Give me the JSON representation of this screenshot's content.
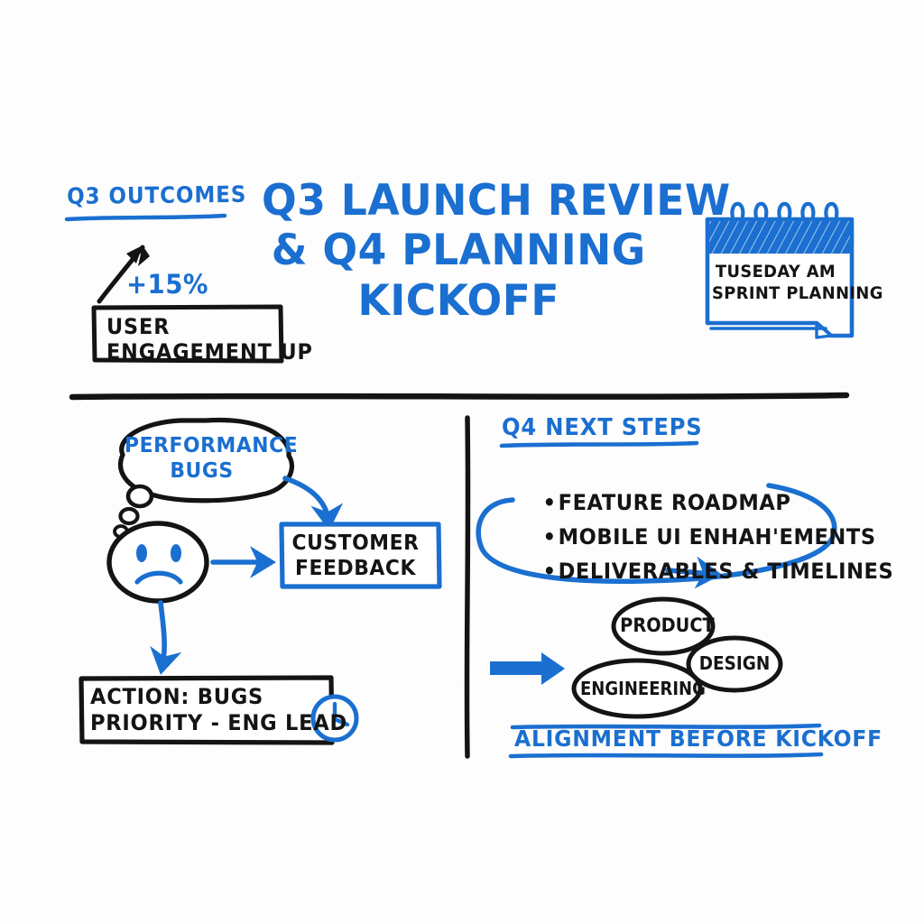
{
  "board": {
    "background_color": "#fdfdfd",
    "ink_blue": "#1a6fd0",
    "ink_black": "#141414"
  },
  "header": {
    "title": "Q3 LAUNCH REVIEW\n& Q4 PLANNING\nKICKOFF",
    "outcomes_heading": "Q3 OUTCOMES",
    "metric_value": "+15%",
    "metric_box_text": "USER\nENGAGEMENT UP",
    "calendar": {
      "icon": "calendar-icon",
      "line1": "TUSEDAY AM",
      "line2": "SPRINT PLANNING",
      "text": "TUSEDAY AM\nSPRINT PLANNING"
    }
  },
  "left_panel": {
    "thought_bubble": {
      "icon": "thought-bubble-icon",
      "text": "PERFORMANCE\nBUGS"
    },
    "face": {
      "icon": "sad-face-icon",
      "mood": "sad"
    },
    "feedback_box": {
      "text": "CUSTOMER\nFEEDBACK"
    },
    "action_box": {
      "text": "ACTION: BUGS\nPRIORITY - ENG LEAD",
      "clock_icon": "clock-icon"
    }
  },
  "right_panel": {
    "heading": "Q4 NEXT STEPS",
    "bullets": [
      "FEATURE ROADMAP",
      "MOBILE UI ENHAH'EMENTS",
      "DELIVERABLES & TIMELINES"
    ],
    "teams": [
      "PRODUCT",
      "DESIGN",
      "ENGINEERING"
    ],
    "footer": "ALIGNMENT BEFORE KICKOFF"
  }
}
